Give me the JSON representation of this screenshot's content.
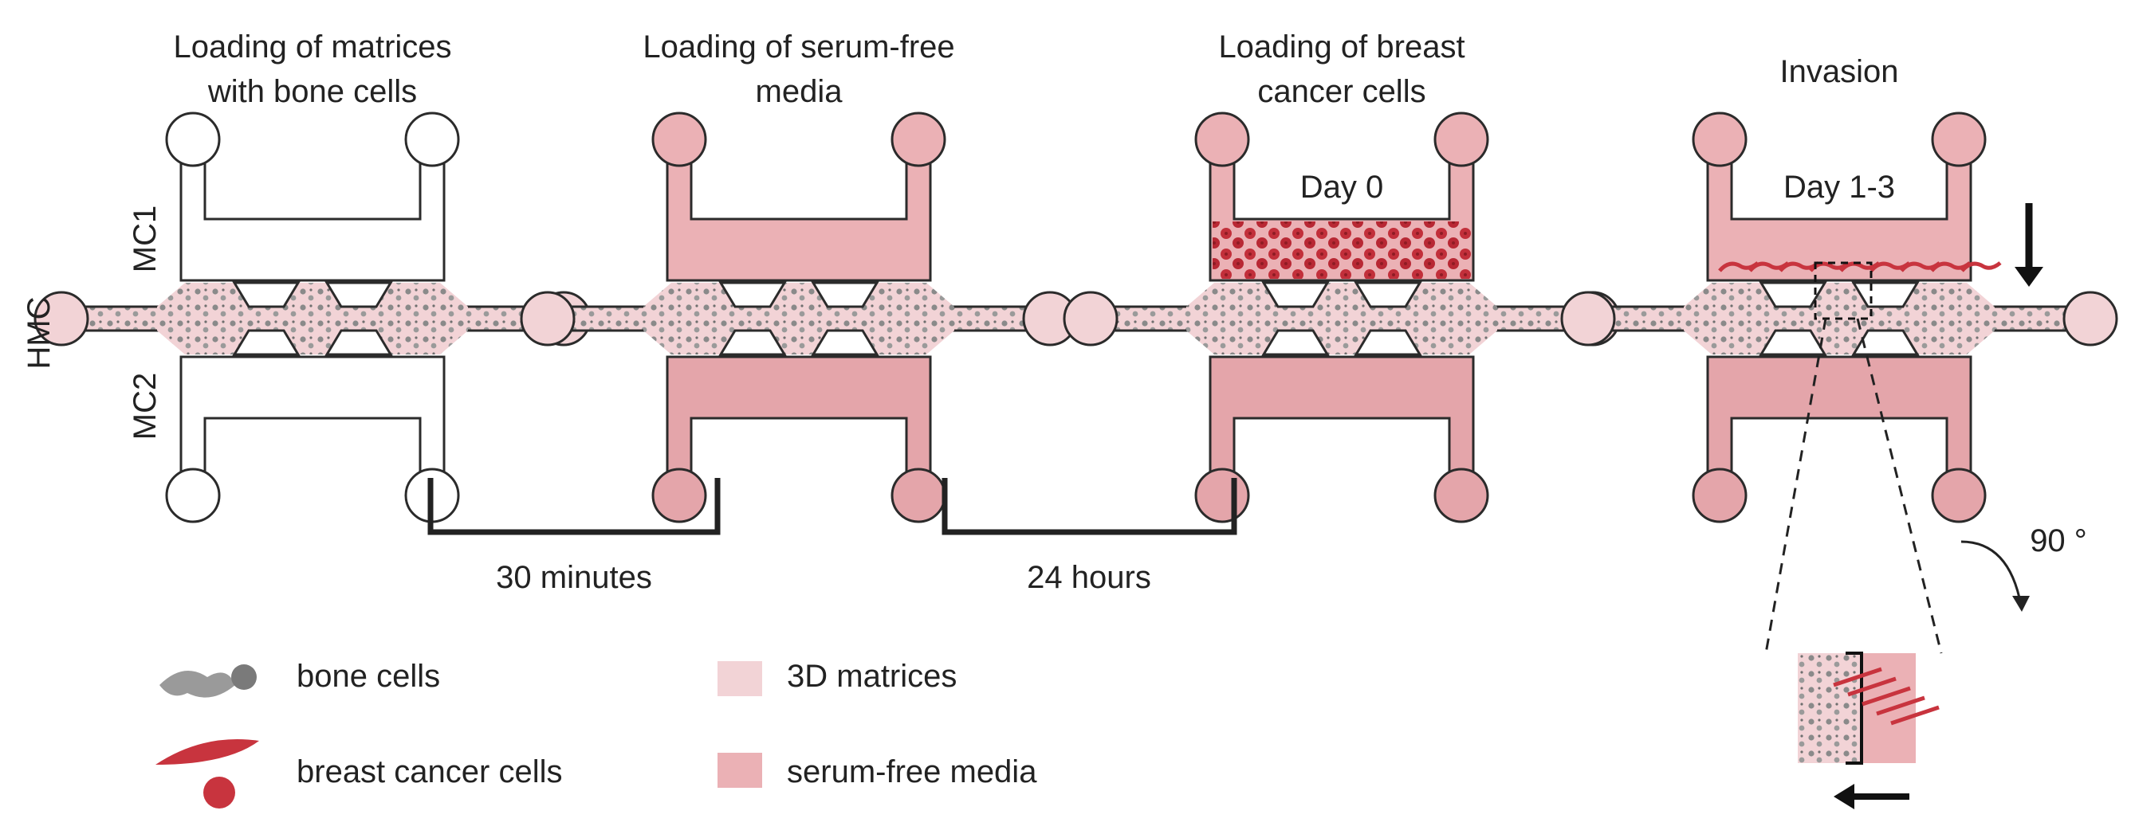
{
  "stages": [
    {
      "title_line1": "Loading of matrices",
      "title_line2": "with bone cells",
      "day_label": ""
    },
    {
      "title_line1": "Loading of serum-free",
      "title_line2": "media",
      "day_label": ""
    },
    {
      "title_line1": "Loading of breast",
      "title_line2": "cancer cells",
      "day_label": "Day 0"
    },
    {
      "title_line1": "Invasion",
      "title_line2": "",
      "day_label": "Day 1-3"
    }
  ],
  "device_labels": {
    "top_channel": "MC1",
    "bottom_channel": "MC2",
    "middle_channel": "HMC"
  },
  "intervals": [
    "30 minutes",
    "24 hours"
  ],
  "rotation_label": "90 °",
  "legend": [
    {
      "label": "bone cells",
      "swatch": "bone-cells-icon"
    },
    {
      "label": "breast cancer cells",
      "swatch": "cancer-cells-icon"
    },
    {
      "label": "3D matrices",
      "swatch": "matrix-swatch"
    },
    {
      "label": "serum-free  media",
      "swatch": "media-swatch"
    }
  ],
  "colors": {
    "matrix": "#f2d3d6",
    "media": "#ebb1b5",
    "media_dark": "#e4a5aa",
    "cancer": "#c8343e",
    "bone": "#8c8c8c",
    "outline": "#2b2b2b"
  }
}
